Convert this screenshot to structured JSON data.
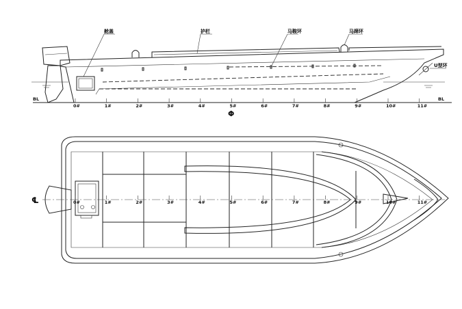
{
  "elevation": {
    "callouts": {
      "hatch": "舱盖",
      "rail": "护栏",
      "ring1": "马鞍环",
      "ring2": "马蹄环",
      "u_ring": "U型环"
    },
    "baseline_left": "BL",
    "baseline_right": "BL",
    "midship_symbol": "Φ",
    "frames": [
      "0#",
      "1#",
      "2#",
      "3#",
      "4#",
      "5#",
      "6#",
      "7#",
      "8#",
      "9#",
      "10#",
      "11#"
    ]
  },
  "plan": {
    "centerline_symbol": "℄",
    "frames": [
      "0#",
      "1#",
      "2#",
      "3#",
      "4#",
      "5#",
      "6#",
      "7#",
      "8#",
      "9#",
      "10#",
      "11#"
    ]
  },
  "colors": {
    "line": "#222222",
    "background": "#ffffff",
    "deck_fill": "#d8d8d8"
  }
}
